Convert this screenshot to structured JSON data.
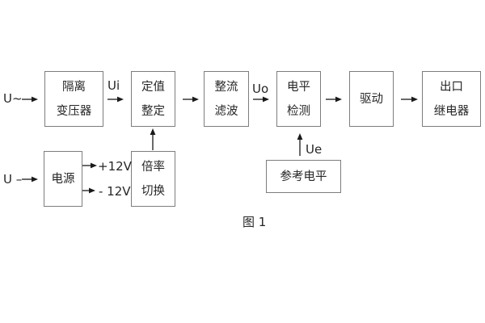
{
  "caption": "图 1",
  "inputs": {
    "ac": "U~",
    "dc": "U –"
  },
  "signals": {
    "ui": "Ui",
    "uo": "Uo",
    "ue": "Ue"
  },
  "power_rails": {
    "positive": "+12V",
    "negative": "- 12V"
  },
  "blocks": {
    "isolation_transformer": {
      "line1": "隔离",
      "line2": "变压器"
    },
    "setpoint_adjust": {
      "line1": "定值",
      "line2": "整定"
    },
    "rectifier_filter": {
      "line1": "整流",
      "line2": "滤波"
    },
    "level_detector": {
      "line1": "电平",
      "line2": "检测"
    },
    "driver": {
      "label": "驱动"
    },
    "output_relay": {
      "line1": "出口",
      "line2": "继电器"
    },
    "power_supply": {
      "label": "电源"
    },
    "ratio_switch": {
      "line1": "倍率",
      "line2": "切换"
    },
    "reference_level": {
      "label": "参考电平"
    }
  },
  "colors": {
    "background": "#ffffff",
    "box_border": "#7d7d7d",
    "text": "#262626",
    "arrow": "#1a1a1a"
  }
}
